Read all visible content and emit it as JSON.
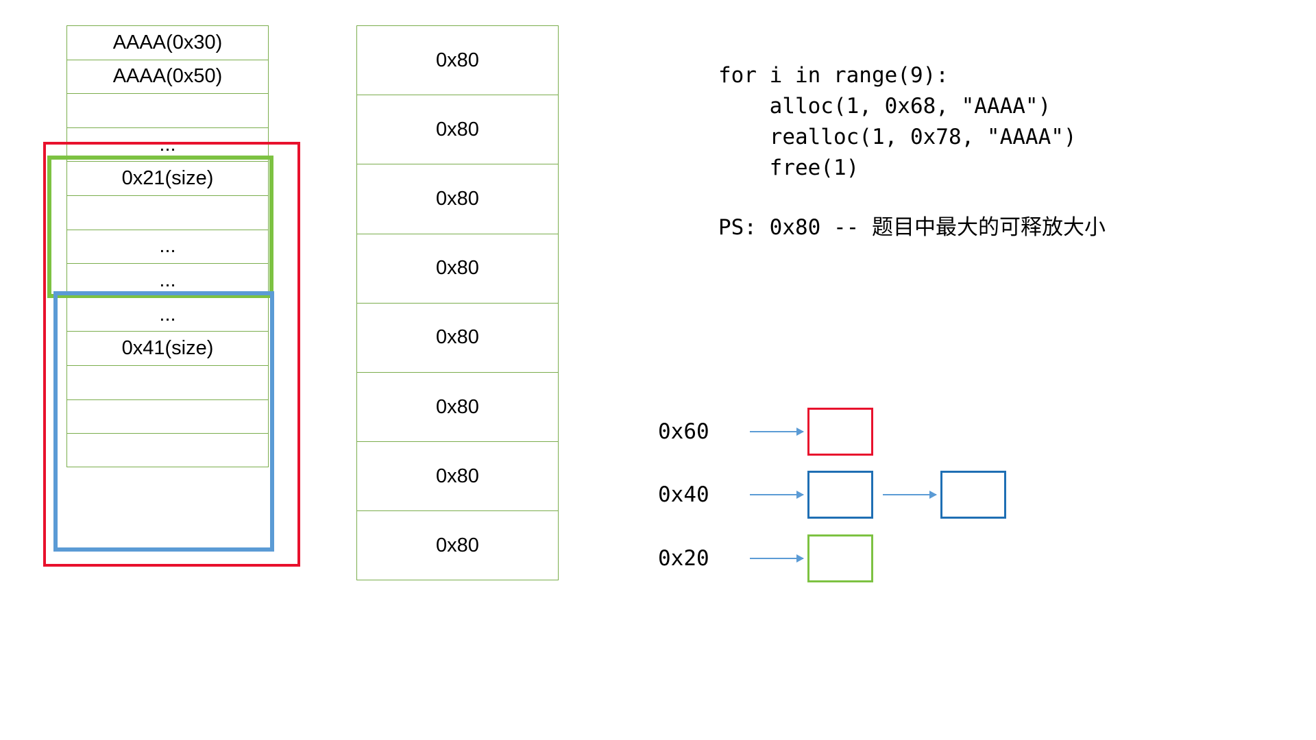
{
  "diagram": {
    "title": "heap chunk layout / tcache bins illustration",
    "colors": {
      "cell_border_green": "#7aad4c",
      "highlight_red": "#e8112d",
      "highlight_green": "#7dc242",
      "highlight_blue": "#5b9bd5",
      "chunk_blue": "#1f6fb4",
      "arrow_blue": "#5b9bd5",
      "text": "#000000",
      "background": "#ffffff"
    }
  },
  "left_table": {
    "name": "heap-chunk-column",
    "rows": [
      {
        "label": "AAAA(0x30)"
      },
      {
        "label": "AAAA(0x50)"
      },
      {
        "label": ""
      },
      {
        "label": "..."
      },
      {
        "label": "0x21(size)"
      },
      {
        "label": ""
      },
      {
        "label": "..."
      },
      {
        "label": "..."
      },
      {
        "label": "..."
      },
      {
        "label": "0x41(size)"
      },
      {
        "label": ""
      },
      {
        "label": ""
      },
      {
        "label": ""
      }
    ]
  },
  "middle_table": {
    "name": "free-size-column",
    "rows": [
      {
        "label": "0x80"
      },
      {
        "label": "0x80"
      },
      {
        "label": "0x80"
      },
      {
        "label": "0x80"
      },
      {
        "label": "0x80"
      },
      {
        "label": "0x80"
      },
      {
        "label": "0x80"
      },
      {
        "label": "0x80"
      }
    ]
  },
  "highlights": [
    {
      "name": "red-region",
      "color": "#e8112d"
    },
    {
      "name": "green-region",
      "color": "#7dc242"
    },
    {
      "name": "blue-region",
      "color": "#5b9bd5"
    }
  ],
  "code": {
    "text": "for i in range(9):\n    alloc(1, 0x68, \"AAAA\")\n    realloc(1, 0x78, \"AAAA\")\n    free(1)"
  },
  "note": {
    "text": "PS: 0x80 -- 题目中最大的可释放大小"
  },
  "legend": {
    "rows": [
      {
        "size": "0x60",
        "boxes": [
          "red"
        ]
      },
      {
        "size": "0x40",
        "boxes": [
          "blue",
          "blue"
        ]
      },
      {
        "size": "0x20",
        "boxes": [
          "green"
        ]
      }
    ]
  }
}
